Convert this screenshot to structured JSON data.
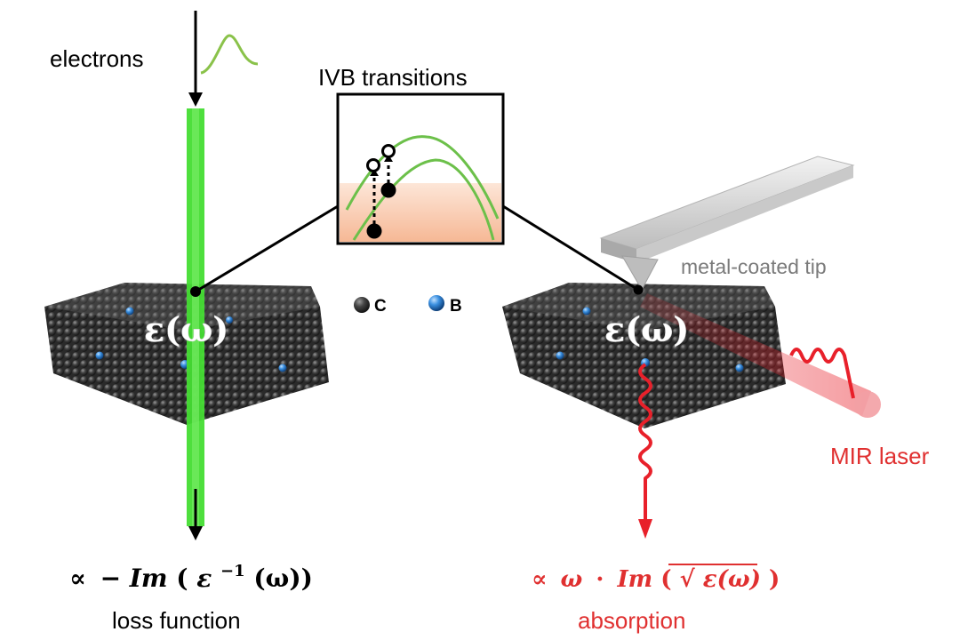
{
  "labels": {
    "electrons": "electrons",
    "ivb_transitions": "IVB transitions",
    "metal_tip": "metal-coated tip",
    "mir_laser": "MIR laser",
    "loss_function": "loss function",
    "absorption": "absorption",
    "legend_c": "C",
    "legend_b": "B"
  },
  "formulas": {
    "epsilon": "ε(ω)",
    "loss_prop": "∝",
    "loss_minus": "−",
    "loss_im": "Im",
    "loss_open": "(",
    "loss_eps": "ε",
    "loss_exp": "−1",
    "loss_arg": "(ω))",
    "abs_prop": "∝",
    "abs_omega": "ω",
    "abs_dot": "·",
    "abs_im": "Im",
    "abs_open": "(",
    "abs_sqrt": "√",
    "abs_eps": "ε(ω)",
    "abs_close": ")"
  },
  "colors": {
    "green_beam": "#44dd33",
    "green_curve": "#6cc04a",
    "red": "#e8202a",
    "red_text": "#e03030",
    "carbon": "#3a3a3a",
    "boron": "#3a8fe0",
    "tip_gray": "#cfcfcf",
    "tip_text": "#7a7a7a"
  }
}
